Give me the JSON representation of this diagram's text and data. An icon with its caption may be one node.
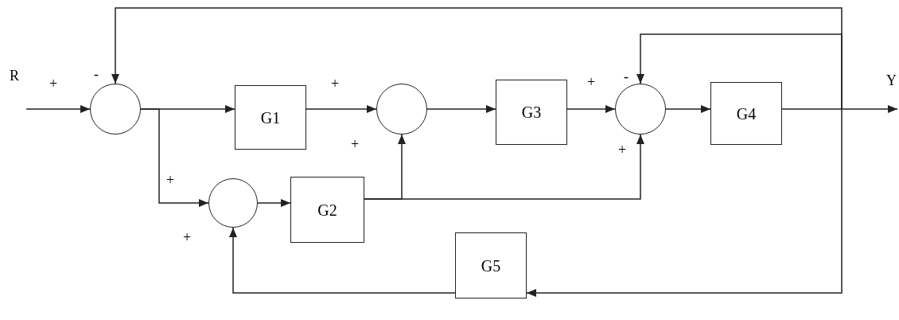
{
  "diagram": {
    "nodes": [
      {
        "text": [],
        "shape": "circle"
      },
      {
        "text": [
          "G1"
        ]
      },
      {
        "text": [],
        "shape": "circle"
      },
      {
        "text": [
          "G3"
        ]
      },
      {
        "text": [],
        "shape": "circle"
      },
      {
        "text": [
          "G4"
        ]
      },
      {
        "text": [],
        "shape": "circle"
      },
      {
        "text": [
          "G2"
        ]
      },
      {
        "text": [
          "G5"
        ]
      }
    ],
    "edges": [
      {
        "from": null,
        "to": 0,
        "arrow": "to"
      },
      {
        "from": 0,
        "to": 1,
        "arrow": "to"
      },
      {
        "from": 0,
        "to": 6,
        "arrow": "to"
      },
      {
        "from": 1,
        "to": 2,
        "arrow": "to"
      },
      {
        "from": 2,
        "to": 3,
        "arrow": "to"
      },
      {
        "from": 3,
        "to": 4,
        "arrow": "to"
      },
      {
        "from": 4,
        "to": 5,
        "arrow": "to"
      },
      {
        "from": 5,
        "to": null,
        "arrow": "to"
      },
      {
        "from": 6,
        "to": 7,
        "arrow": "to"
      },
      {
        "from": 7,
        "to": 2,
        "arrow": "to"
      },
      {
        "from": 7,
        "to": 4,
        "arrow": "to"
      },
      {
        "from": 5,
        "to": 0,
        "arrow": "to"
      },
      {
        "from": 5,
        "to": 4,
        "arrow": "to"
      },
      {
        "from": 5,
        "to": 8,
        "arrow": "to"
      },
      {
        "from": 8,
        "to": 6,
        "arrow": "to"
      }
    ],
    "labels": [
      "R",
      "-",
      "+",
      "+",
      "+",
      "-",
      "Y",
      "+",
      "+",
      "+",
      "+"
    ]
  }
}
